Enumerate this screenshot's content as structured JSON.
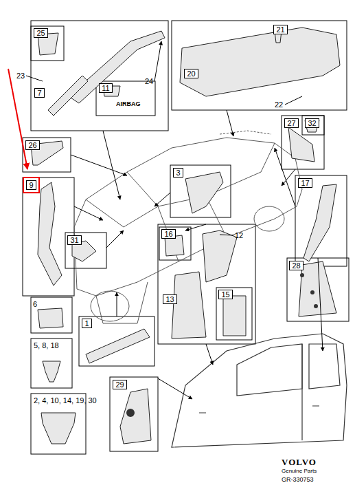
{
  "diagram": {
    "nodes": [
      {
        "text": [
          "25"
        ]
      },
      {
        "text": [
          "7"
        ]
      },
      {
        "text": [
          "11"
        ]
      },
      {
        "text": [
          "21"
        ]
      },
      {
        "text": [
          "20"
        ]
      },
      {
        "text": [
          "27"
        ]
      },
      {
        "text": [
          "32"
        ]
      },
      {
        "text": [
          "26"
        ]
      },
      {
        "text": [
          "9"
        ]
      },
      {
        "text": [
          "3"
        ]
      },
      {
        "text": [
          "17"
        ]
      },
      {
        "text": [
          "31"
        ]
      },
      {
        "text": [
          "16"
        ]
      },
      {
        "text": [
          "13"
        ]
      },
      {
        "text": [
          "15"
        ]
      },
      {
        "text": [
          "28"
        ]
      },
      {
        "text": [
          "1"
        ]
      },
      {
        "text": [
          "29"
        ]
      }
    ],
    "labels": [
      "23",
      "24",
      "AIRBAG",
      "22",
      "12",
      "6",
      "5, 8, 18",
      "2, 4, 10, 14, 19, 30",
      "VOLVO",
      "Genuine Parts",
      "GR-330753"
    ]
  }
}
